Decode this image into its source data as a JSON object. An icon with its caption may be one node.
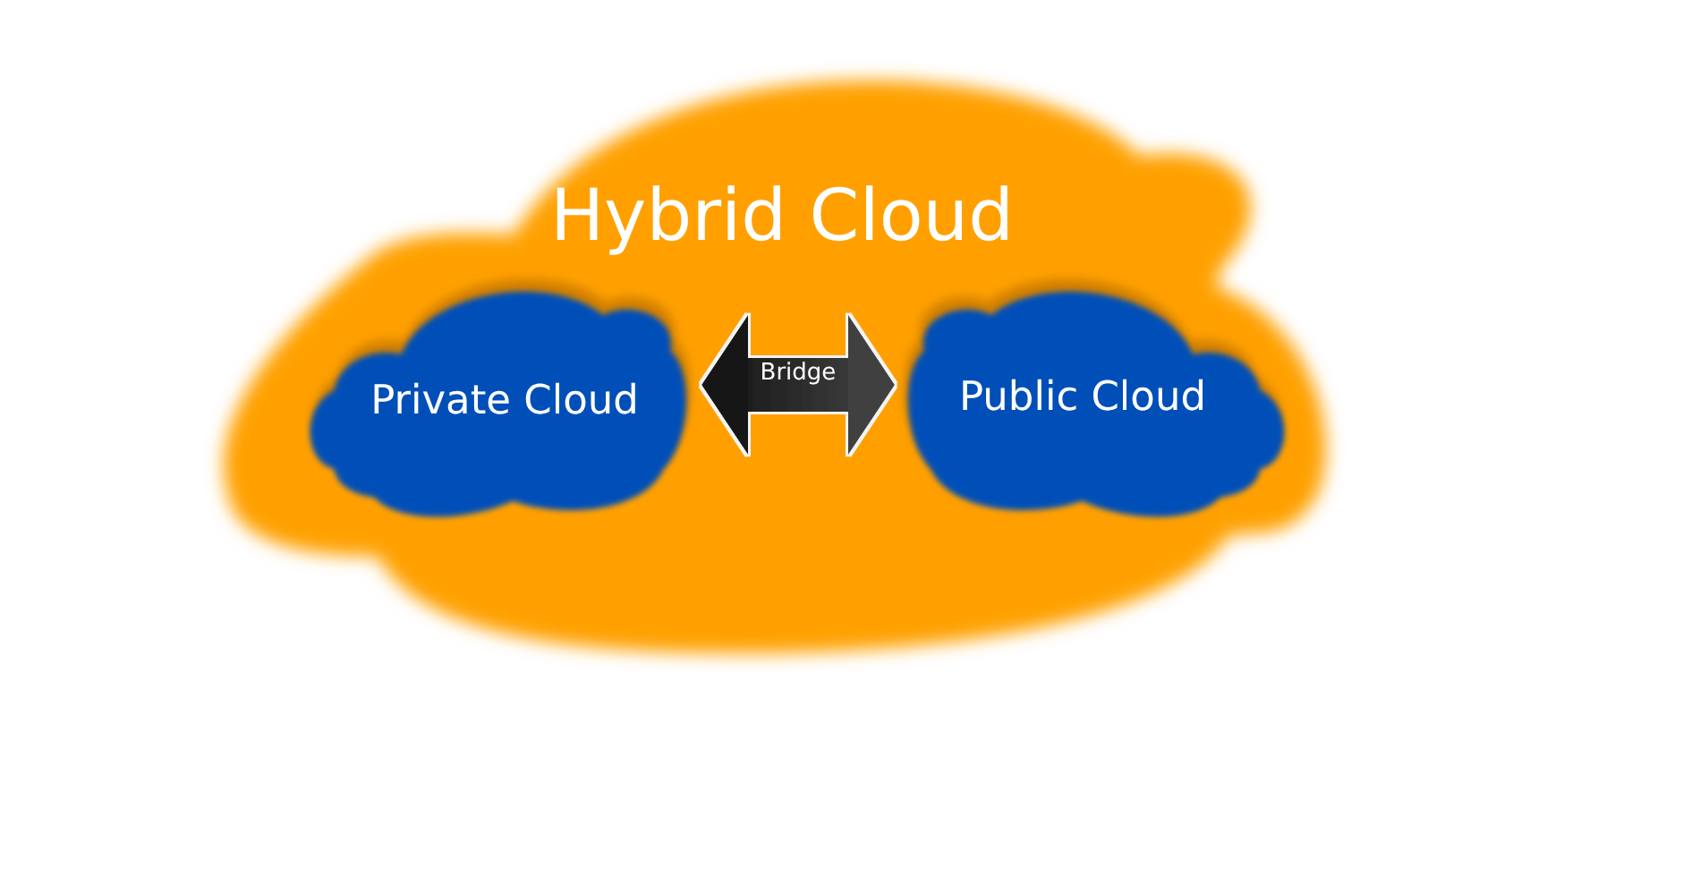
{
  "diagram": {
    "nodes": [
      {
        "text": [
          "Hybrid Cloud"
        ]
      },
      {
        "text": [
          "Private Cloud"
        ],
        "in": 0
      },
      {
        "text": [
          "Public Cloud"
        ],
        "in": 0
      }
    ],
    "edges": [
      {
        "from": 1,
        "to": 2,
        "arrow": "both",
        "label": "Bridge",
        "style": "thick"
      }
    ]
  }
}
